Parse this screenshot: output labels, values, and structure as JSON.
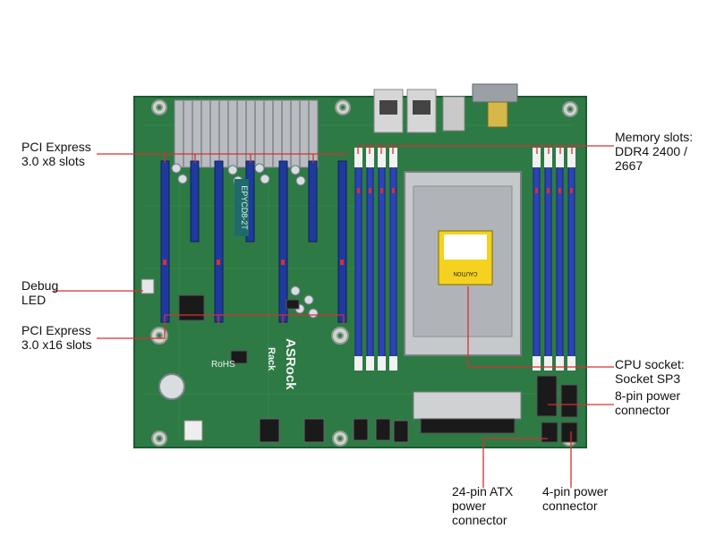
{
  "labels": {
    "pcie_x8": "PCI Express\n3.0 x8 slots",
    "debug_led": "Debug\nLED",
    "pcie_x16": "PCI Express\n3.0 x16 slots",
    "memory": "Memory slots:\nDDR4 2400 /\n2667",
    "cpu_socket": "CPU socket:\nSocket SP3",
    "power_8pin": "8-pin power\nconnector",
    "atx_24pin": "24-pin ATX\npower\nconnector",
    "power_4pin": "4-pin power\nconnector"
  },
  "board_marks": {
    "model": "EPYCD8-2T",
    "brand": "ASRock",
    "brand_sub": "Rack",
    "rohs": "RoHS",
    "caution": "CAUTION"
  },
  "colors": {
    "pcb": "#2d7a45",
    "dimm_blue": "#2c43b8",
    "pcie_blue": "#1f3a9c",
    "callout": "#d63030",
    "heatsink": "#b9bcc0",
    "socket_frame": "#c6c9cc"
  }
}
